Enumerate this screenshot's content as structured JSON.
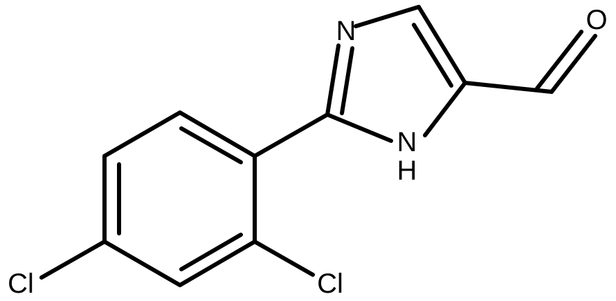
{
  "atoms": {
    "n3": "N",
    "n1": "N",
    "n1_h": "H",
    "o": "O",
    "cl_para": "Cl",
    "cl_ortho": "Cl"
  }
}
